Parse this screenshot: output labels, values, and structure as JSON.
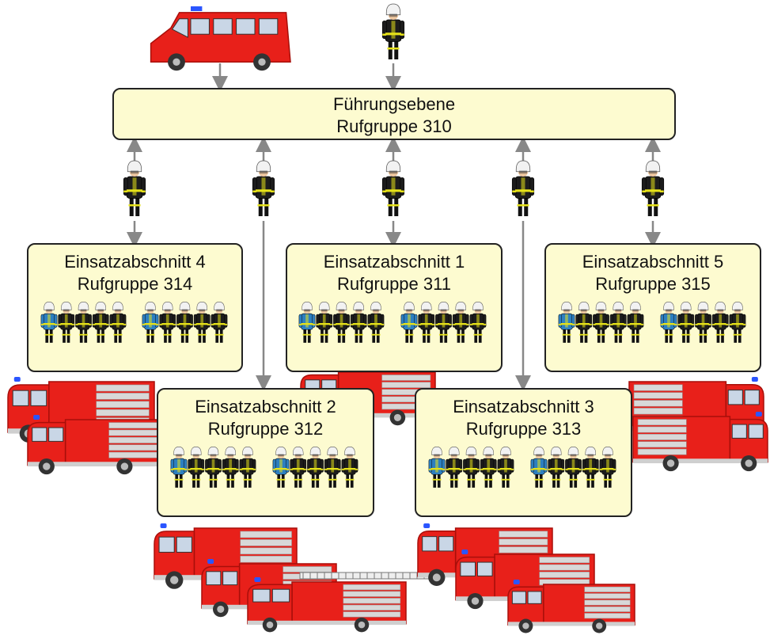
{
  "command_box": {
    "line1": "Führungsebene",
    "line2": "Rufgruppe 310"
  },
  "sections": [
    {
      "line1": "Einsatzabschnitt 4",
      "line2": "Rufgruppe 314"
    },
    {
      "line1": "Einsatzabschnitt 1",
      "line2": "Rufgruppe 311"
    },
    {
      "line1": "Einsatzabschnitt 5",
      "line2": "Rufgruppe 315"
    },
    {
      "line1": "Einsatzabschnitt 2",
      "line2": "Rufgruppe 312"
    },
    {
      "line1": "Einsatzabschnitt 3",
      "line2": "Rufgruppe 313"
    }
  ],
  "colors": {
    "box_fill": "#fdfbd0",
    "box_border": "#222222",
    "arrow": "#888888",
    "truck_red": "#e8201a",
    "truck_dark": "#a80f0a",
    "glass": "#c9d6e6",
    "helmet": "#f2f2f2",
    "jacket": "#1c1c1c",
    "stripe": "#e6e21a",
    "leader_jacket": "#2d7fc0"
  },
  "icons": [
    "fire-truck-icon",
    "command-van-icon",
    "firefighter-icon",
    "turntable-ladder-icon"
  ]
}
